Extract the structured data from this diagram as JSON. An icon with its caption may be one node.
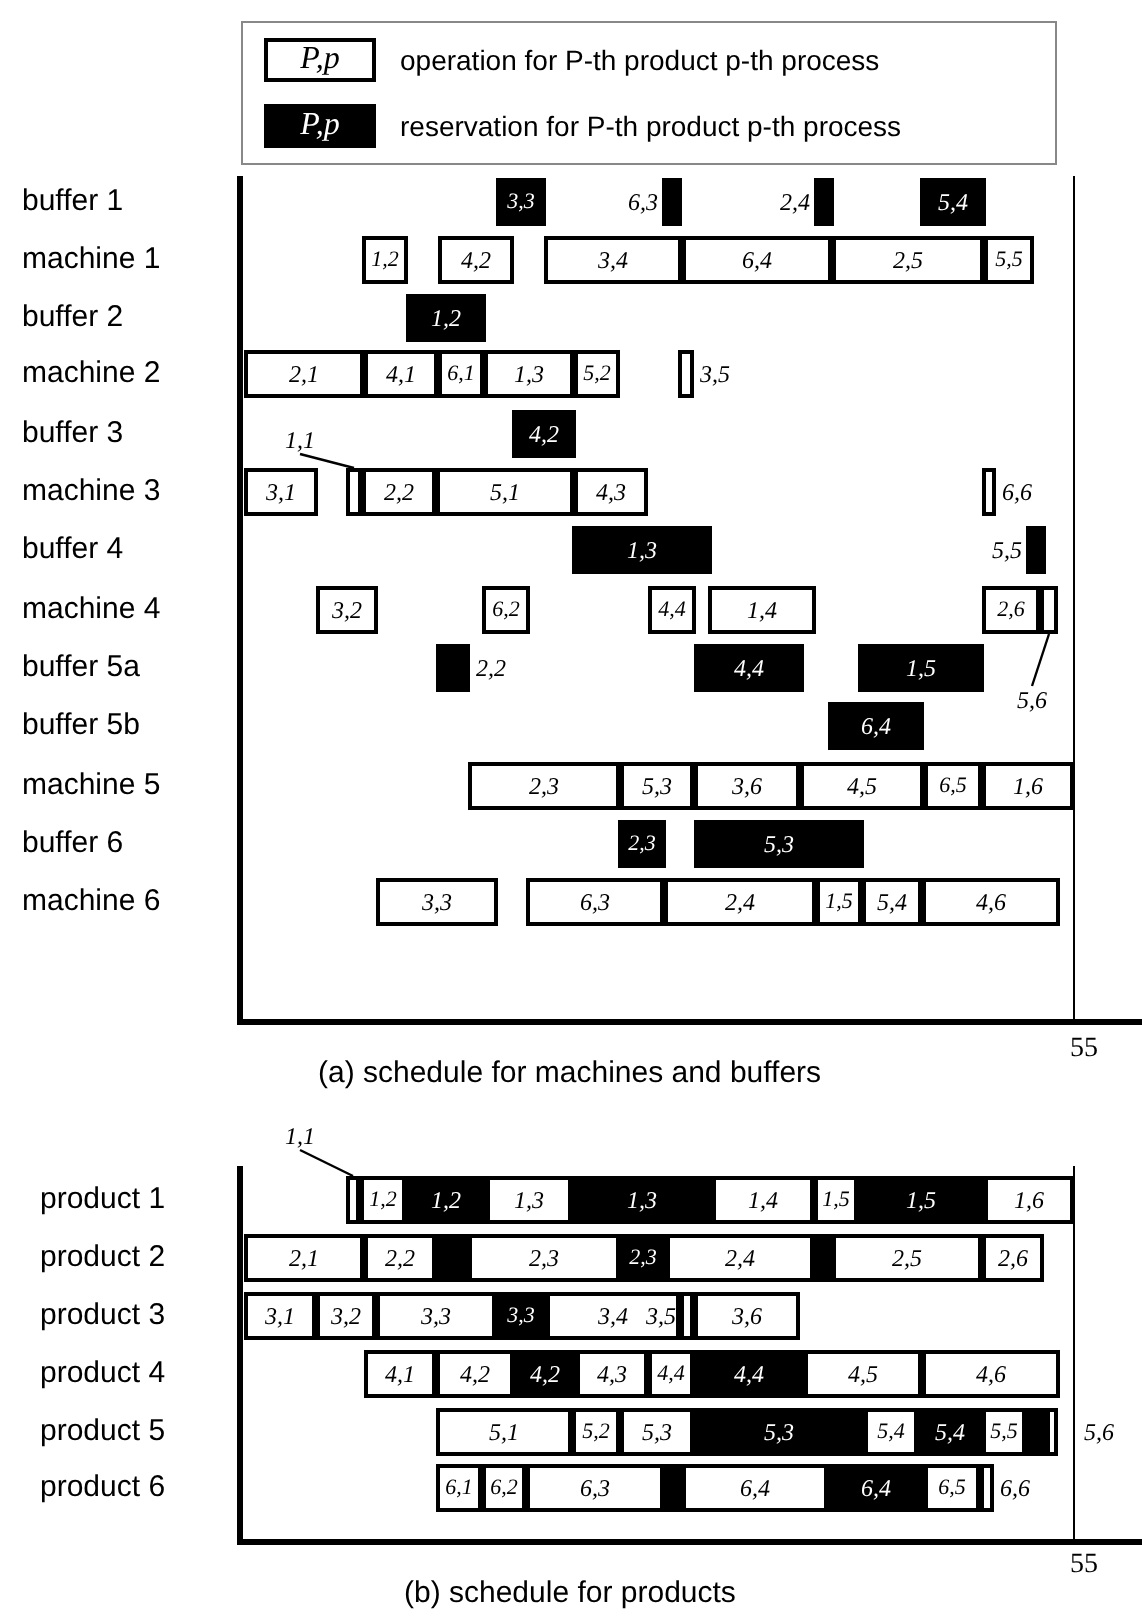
{
  "diagram": {
    "nodes": [
      {
        "text": [
          "3,3"
        ]
      },
      {
        "text": [],
        "shape": "bar",
        "beside": [
          "6,3"
        ]
      },
      {
        "text": [],
        "shape": "bar",
        "beside": [
          "2,4"
        ]
      },
      {
        "text": [
          "5,4"
        ]
      },
      {
        "text": [
          "1,2"
        ]
      },
      {
        "text": [
          "4,2"
        ]
      },
      {
        "text": [
          "3,4"
        ]
      },
      {
        "text": [
          "6,4"
        ]
      },
      {
        "text": [
          "2,5"
        ]
      },
      {
        "text": [
          "5,5"
        ]
      },
      {
        "text": [
          "1,2"
        ]
      },
      {
        "text": [
          "2,1"
        ]
      },
      {
        "text": [
          "4,1"
        ]
      },
      {
        "text": [
          "6,1"
        ]
      },
      {
        "text": [
          "1,3"
        ]
      },
      {
        "text": [
          "5,2"
        ]
      },
      {
        "text": [],
        "shape": "bar",
        "beside": [
          "3,5"
        ]
      },
      {
        "text": [
          "4,2"
        ]
      },
      {
        "text": [
          "1,1"
        ]
      },
      {
        "text": [
          "3,1"
        ]
      },
      {
        "text": [],
        "shape": "bar"
      },
      {
        "text": [
          "2,2"
        ]
      },
      {
        "text": [
          "5,1"
        ]
      },
      {
        "text": [
          "4,3"
        ]
      },
      {
        "text": [],
        "shape": "bar",
        "beside": [
          "6,6"
        ]
      },
      {
        "text": [
          "1,3"
        ]
      },
      {
        "text": [],
        "shape": "bar",
        "beside": [
          "5,5"
        ]
      },
      {
        "text": [
          "3,2"
        ]
      },
      {
        "text": [
          "6,2"
        ]
      },
      {
        "text": [
          "4,4"
        ]
      },
      {
        "text": [
          "1,4"
        ]
      },
      {
        "text": [
          "2,6"
        ]
      },
      {
        "text": [],
        "shape": "bar"
      },
      {
        "text": [
          "5,6"
        ]
      },
      {
        "text": [],
        "shape": "bar",
        "beside": [
          "2,2"
        ]
      },
      {
        "text": [
          "4,4"
        ]
      },
      {
        "text": [
          "1,5"
        ]
      },
      {
        "text": [
          "6,4"
        ]
      },
      {
        "text": [
          "2,3"
        ]
      },
      {
        "text": [
          "5,3"
        ]
      },
      {
        "text": [
          "3,6"
        ]
      },
      {
        "text": [
          "4,5"
        ]
      },
      {
        "text": [
          "6,5"
        ]
      },
      {
        "text": [
          "1,6"
        ]
      },
      {
        "text": [
          "2,3"
        ]
      },
      {
        "text": [
          "5,3"
        ]
      },
      {
        "text": [
          "3,3"
        ]
      },
      {
        "text": [
          "6,3"
        ]
      },
      {
        "text": [
          "2,4"
        ]
      },
      {
        "text": [
          "1,5"
        ]
      },
      {
        "text": [
          "5,4"
        ]
      },
      {
        "text": [
          "4,6"
        ]
      },
      {
        "text": [
          "1,1"
        ]
      },
      {
        "text": [],
        "shape": "bar"
      },
      {
        "text": [
          "1,2"
        ]
      },
      {
        "text": [
          "1,2"
        ]
      },
      {
        "text": [
          "1,3"
        ]
      },
      {
        "text": [
          "1,3"
        ]
      },
      {
        "text": [
          "1,4"
        ]
      },
      {
        "text": [
          "1,5"
        ]
      },
      {
        "text": [
          "1,5"
        ]
      },
      {
        "text": [
          "1,6"
        ]
      },
      {
        "text": [
          "2,1"
        ]
      },
      {
        "text": [
          "2,2"
        ]
      },
      {
        "text": [],
        "shape": "bar"
      },
      {
        "text": [
          "2,3"
        ]
      },
      {
        "text": [
          "2,3"
        ]
      },
      {
        "text": [
          "2,4"
        ]
      },
      {
        "text": [],
        "shape": "bar"
      },
      {
        "text": [
          "2,5"
        ]
      },
      {
        "text": [
          "2,6"
        ]
      },
      {
        "text": [
          "3,1"
        ]
      },
      {
        "text": [
          "3,2"
        ]
      },
      {
        "text": [
          "3,3"
        ]
      },
      {
        "text": [
          "3,3"
        ]
      },
      {
        "text": [
          "3,4"
        ]
      },
      {
        "text": [],
        "shape": "bar",
        "beside": [
          "3,5"
        ]
      },
      {
        "text": [
          "3,6"
        ]
      },
      {
        "text": [
          "4,1"
        ]
      },
      {
        "text": [
          "4,2"
        ]
      },
      {
        "text": [
          "4,2"
        ]
      },
      {
        "text": [
          "4,3"
        ]
      },
      {
        "text": [
          "4,4"
        ]
      },
      {
        "text": [
          "4,4"
        ]
      },
      {
        "text": [
          "4,5"
        ]
      },
      {
        "text": [
          "4,6"
        ]
      },
      {
        "text": [
          "5,1"
        ]
      },
      {
        "text": [
          "5,2"
        ]
      },
      {
        "text": [
          "5,3"
        ]
      },
      {
        "text": [
          "5,3"
        ]
      },
      {
        "text": [
          "5,4"
        ]
      },
      {
        "text": [
          "5,4"
        ]
      },
      {
        "text": [
          "5,5"
        ]
      },
      {
        "text": [],
        "shape": "bar"
      },
      {
        "text": [],
        "shape": "bar",
        "beside": [
          "5,6"
        ]
      },
      {
        "text": [
          "6,1"
        ]
      },
      {
        "text": [
          "6,2"
        ]
      },
      {
        "text": [
          "6,3"
        ]
      },
      {
        "text": [],
        "shape": "bar"
      },
      {
        "text": [
          "6,4"
        ]
      },
      {
        "text": [
          "6,4"
        ]
      },
      {
        "text": [
          "6,5"
        ]
      },
      {
        "text": [],
        "shape": "bar",
        "beside": [
          "6,6"
        ]
      }
    ],
    "edges": [
      {
        "from": 18,
        "to": 20,
        "arrow": "none"
      },
      {
        "from": 33,
        "to": 32,
        "arrow": "none"
      },
      {
        "from": 52,
        "to": 53,
        "arrow": "none"
      }
    ],
    "labels": [
      "P,p",
      "P,p",
      "buffer 1",
      "machine 1",
      "buffer 2",
      "machine 2",
      "buffer 3",
      "machine 3",
      "buffer 4",
      "machine 4",
      "buffer 5a",
      "buffer 5b",
      "machine 5",
      "buffer 6",
      "machine 6",
      "55",
      "(a) schedule for machines and buffers",
      "product 1",
      "product 2",
      "product 3",
      "product 4",
      "product 5",
      "product 6",
      "55",
      "(b) schedule for products"
    ],
    "legend": [
      {
        "text": "operation for P-th product p-th process",
        "color": "#ffffff"
      },
      {
        "text": "reservation for P-th product p-th process",
        "color": "#000000"
      }
    ]
  }
}
